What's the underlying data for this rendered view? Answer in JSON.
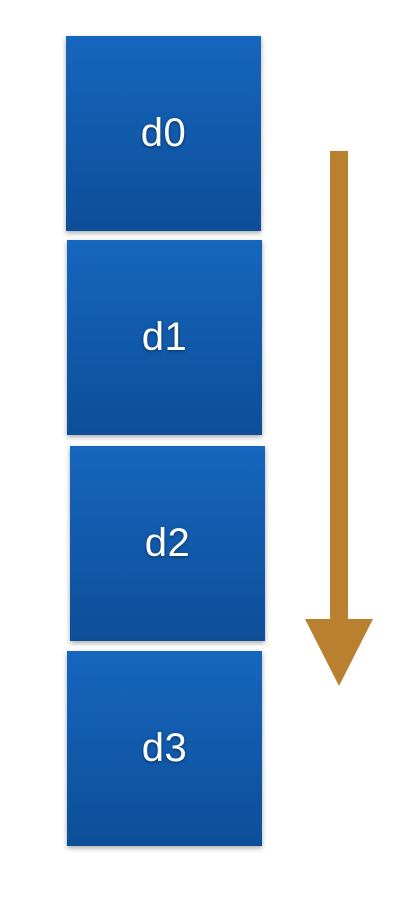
{
  "blocks": [
    {
      "label": "d0"
    },
    {
      "label": "d1"
    },
    {
      "label": "d2"
    },
    {
      "label": "d3"
    }
  ],
  "colors": {
    "block_top": "#1666BE",
    "block_bottom": "#0D4E98",
    "arrow": "#B98030",
    "background": "#FFFFFF"
  },
  "arrow": {
    "direction": "down",
    "icon": "arrow-down-icon"
  }
}
